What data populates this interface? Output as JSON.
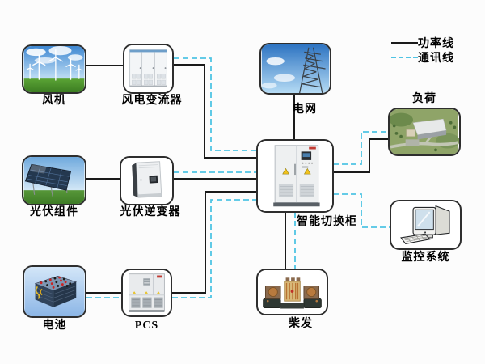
{
  "legend": {
    "power": {
      "label": "功率线",
      "color": "#1a1a1a",
      "style": "solid"
    },
    "comm": {
      "label": "通讯线",
      "color": "#4fc4e4",
      "style": "dashed"
    }
  },
  "nodes": {
    "wind": {
      "label": "风机",
      "image": "wind-turbines-photo"
    },
    "wind_converter": {
      "label": "风电变流器",
      "image": "wind-converter-cabinet-photo"
    },
    "grid": {
      "label": "电网",
      "image": "transmission-tower-photo"
    },
    "load": {
      "label": "负荷",
      "image": "factory-aerial-photo"
    },
    "pv": {
      "label": "光伏组件",
      "image": "solar-panels-photo"
    },
    "pv_inverter": {
      "label": "光伏逆变器",
      "image": "pv-inverter-photo"
    },
    "cabinet": {
      "label": "智能切换柜",
      "image": "switch-cabinet-photo"
    },
    "monitor": {
      "label": "监控系统",
      "image": "computer-clipart"
    },
    "battery": {
      "label": "电池",
      "image": "battery-pack-photo"
    },
    "pcs": {
      "label": "PCS",
      "image": "pcs-cabinet-photo"
    },
    "diesel": {
      "label": "柴发",
      "image": "diesel-generator-photo"
    }
  },
  "edges": [
    {
      "from": "wind",
      "to": "wind_converter",
      "type": "power"
    },
    {
      "from": "wind_converter",
      "to": "cabinet",
      "type": "power"
    },
    {
      "from": "wind_converter",
      "to": "cabinet",
      "type": "comm"
    },
    {
      "from": "grid",
      "to": "cabinet",
      "type": "power"
    },
    {
      "from": "pv",
      "to": "pv_inverter",
      "type": "power"
    },
    {
      "from": "pv_inverter",
      "to": "cabinet",
      "type": "power"
    },
    {
      "from": "pv_inverter",
      "to": "cabinet",
      "type": "comm"
    },
    {
      "from": "battery",
      "to": "pcs",
      "type": "power"
    },
    {
      "from": "battery",
      "to": "pcs",
      "type": "comm"
    },
    {
      "from": "pcs",
      "to": "cabinet",
      "type": "power"
    },
    {
      "from": "pcs",
      "to": "cabinet",
      "type": "comm"
    },
    {
      "from": "cabinet",
      "to": "load",
      "type": "power"
    },
    {
      "from": "cabinet",
      "to": "load",
      "type": "comm"
    },
    {
      "from": "cabinet",
      "to": "diesel",
      "type": "power"
    },
    {
      "from": "cabinet",
      "to": "diesel",
      "type": "comm"
    },
    {
      "from": "cabinet",
      "to": "monitor",
      "type": "comm"
    }
  ]
}
